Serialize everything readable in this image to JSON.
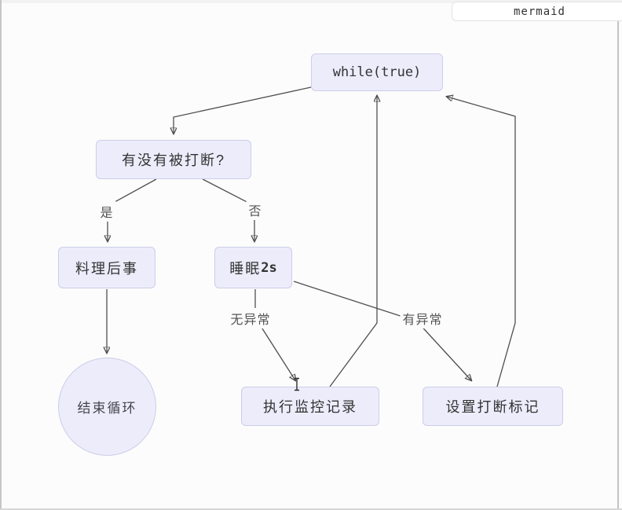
{
  "page": {
    "code_lang_tag": "mermaid"
  },
  "diagram": {
    "type": "flowchart",
    "nodes": {
      "while_loop": {
        "label": "while(true)",
        "shape": "rounded-rect"
      },
      "check_interrupted": {
        "label": "有没有被打断?",
        "shape": "rounded-rect"
      },
      "cleanup": {
        "label": "料理后事",
        "shape": "rounded-rect"
      },
      "sleep": {
        "label_cn": "睡眠",
        "label_code": "2s",
        "shape": "rounded-rect"
      },
      "end_loop": {
        "label": "结束循环",
        "shape": "circle"
      },
      "monitor_record": {
        "label": "执行监控记录",
        "shape": "rounded-rect"
      },
      "set_flag": {
        "label": "设置打断标记",
        "shape": "rounded-rect"
      }
    },
    "edges": [
      {
        "from": "while(true)",
        "to": "有没有被打断?",
        "label": ""
      },
      {
        "from": "有没有被打断?",
        "to": "料理后事",
        "label": "是"
      },
      {
        "from": "有没有被打断?",
        "to": "睡眠2s",
        "label": "否"
      },
      {
        "from": "料理后事",
        "to": "结束循环",
        "label": ""
      },
      {
        "from": "睡眠2s",
        "to": "执行监控记录",
        "label": "无异常"
      },
      {
        "from": "睡眠2s",
        "to": "设置打断标记",
        "label": "有异常"
      },
      {
        "from": "执行监控记录",
        "to": "while(true)",
        "label": ""
      },
      {
        "from": "设置打断标记",
        "to": "while(true)",
        "label": ""
      }
    ],
    "colors": {
      "node_fill": "#ececfb",
      "node_border": "#cdcde9",
      "edge_line": "#4f4f4f",
      "node_text": "#333333",
      "edge_label_text": "#555555"
    }
  }
}
